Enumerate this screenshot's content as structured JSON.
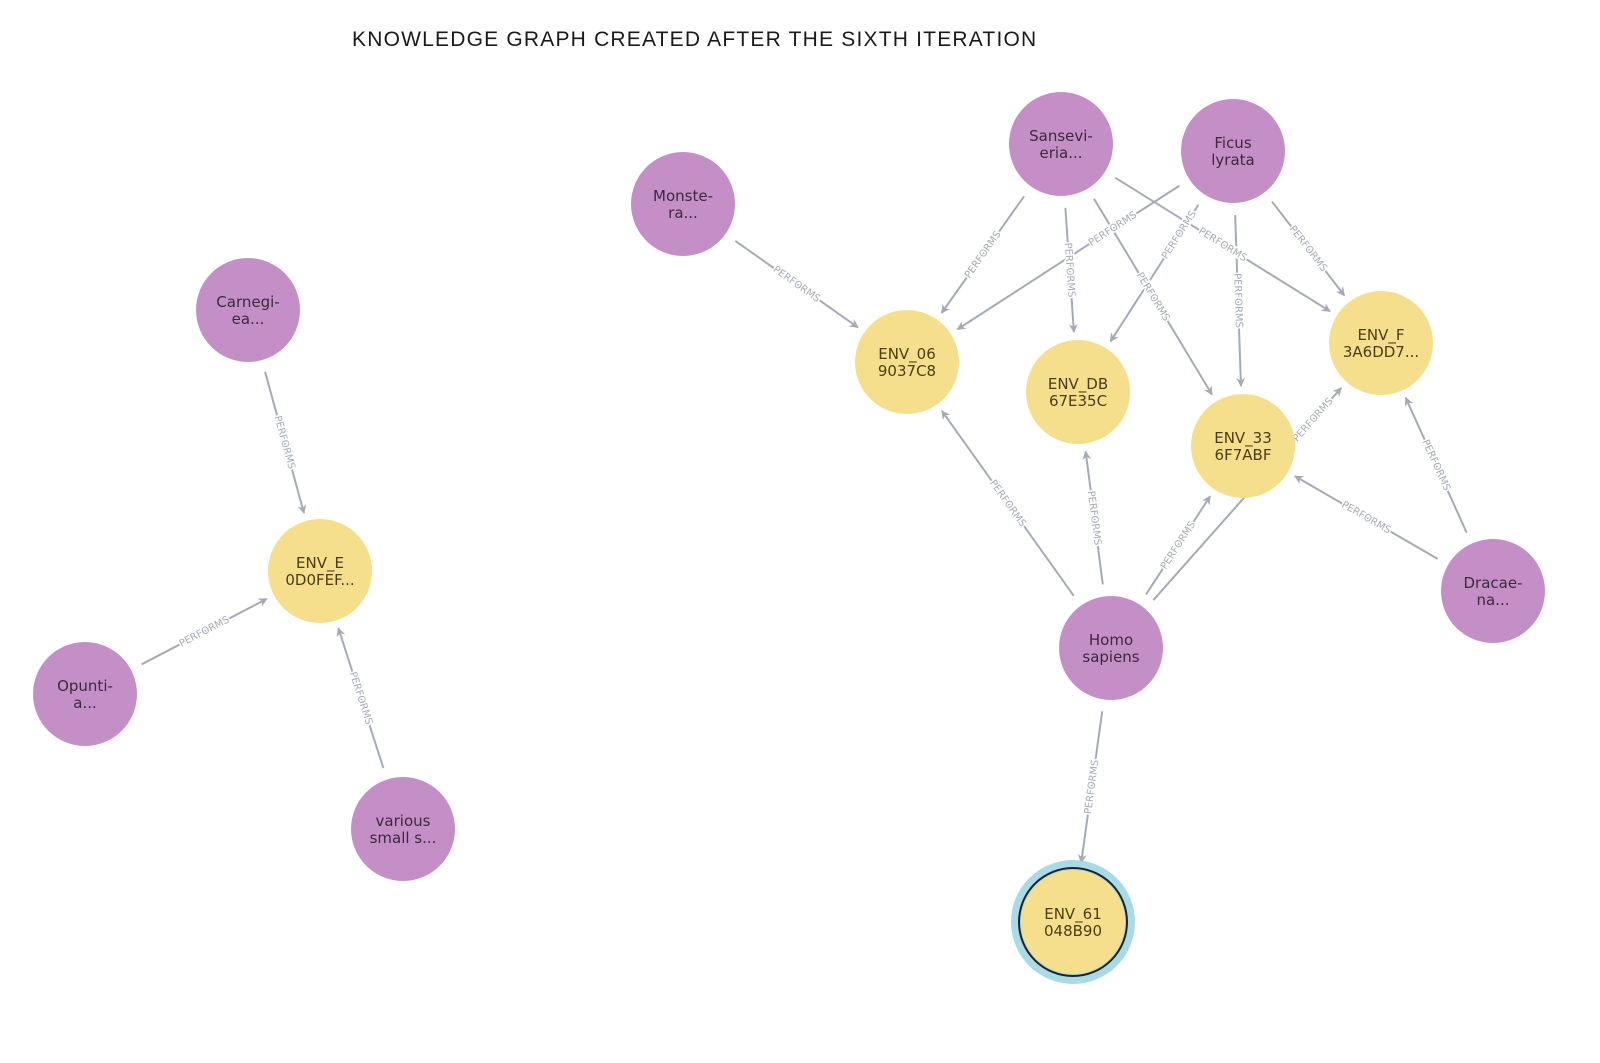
{
  "title": "KNOWLEDGE GRAPH CREATED AFTER THE SIXTH ITERATION",
  "colors": {
    "organism": "#C48FC6",
    "environment": "#F6DF8C",
    "edge": "#A5ABB6",
    "selected_ring": "#9ED6E4"
  },
  "nodes": [
    {
      "id": "carnegiea",
      "type": "organism",
      "lines": [
        "Carnegi-",
        "ea..."
      ]
    },
    {
      "id": "env_e",
      "type": "environment",
      "lines": [
        "ENV_E",
        "0D0FEF..."
      ]
    },
    {
      "id": "opuntia",
      "type": "organism",
      "lines": [
        "Opunti-",
        "a..."
      ]
    },
    {
      "id": "various",
      "type": "organism",
      "lines": [
        "various",
        "small s..."
      ]
    },
    {
      "id": "monstera",
      "type": "organism",
      "lines": [
        "Monste-",
        "ra..."
      ]
    },
    {
      "id": "sansevieria",
      "type": "organism",
      "lines": [
        "Sansevi-",
        "eria..."
      ]
    },
    {
      "id": "ficus",
      "type": "organism",
      "lines": [
        "Ficus",
        "lyrata"
      ]
    },
    {
      "id": "env_06",
      "type": "environment",
      "lines": [
        "ENV_06",
        "9037C8"
      ]
    },
    {
      "id": "env_db",
      "type": "environment",
      "lines": [
        "ENV_DB",
        "67E35C"
      ]
    },
    {
      "id": "env_33",
      "type": "environment",
      "lines": [
        "ENV_33",
        "6F7ABF"
      ]
    },
    {
      "id": "env_f",
      "type": "environment",
      "lines": [
        "ENV_F",
        "3A6DD7..."
      ]
    },
    {
      "id": "homo",
      "type": "organism",
      "lines": [
        "Homo",
        "sapiens"
      ]
    },
    {
      "id": "dracaena",
      "type": "organism",
      "lines": [
        "Dracae-",
        "na..."
      ]
    },
    {
      "id": "env_61",
      "type": "environment",
      "lines": [
        "ENV_61",
        "048B90"
      ],
      "selected": true
    }
  ],
  "edges": [
    {
      "source": "carnegiea",
      "target": "env_e",
      "label": "PERFORMS"
    },
    {
      "source": "opuntia",
      "target": "env_e",
      "label": "PERFORMS"
    },
    {
      "source": "various",
      "target": "env_e",
      "label": "PERFORMS"
    },
    {
      "source": "monstera",
      "target": "env_06",
      "label": "PERFORMS"
    },
    {
      "source": "sansevieria",
      "target": "env_06",
      "label": "PERFORMS"
    },
    {
      "source": "sansevieria",
      "target": "env_db",
      "label": "PERFORMS"
    },
    {
      "source": "sansevieria",
      "target": "env_33",
      "label": "PERFORMS"
    },
    {
      "source": "sansevieria",
      "target": "env_f",
      "label": "PERFORMS"
    },
    {
      "source": "ficus",
      "target": "env_06",
      "label": "PERFORMS"
    },
    {
      "source": "ficus",
      "target": "env_db",
      "label": "PERFORMS"
    },
    {
      "source": "ficus",
      "target": "env_33",
      "label": "PERFORMS"
    },
    {
      "source": "ficus",
      "target": "env_f",
      "label": "PERFORMS"
    },
    {
      "source": "homo",
      "target": "env_06",
      "label": "PERFORMS"
    },
    {
      "source": "homo",
      "target": "env_db",
      "label": "PERFORMS"
    },
    {
      "source": "homo",
      "target": "env_33",
      "label": "PERFORMS"
    },
    {
      "source": "homo",
      "target": "env_f",
      "label": "PERFORMS"
    },
    {
      "source": "homo",
      "target": "env_61",
      "label": "PERFORMS"
    },
    {
      "source": "dracaena",
      "target": "env_33",
      "label": "PERFORMS"
    },
    {
      "source": "dracaena",
      "target": "env_f",
      "label": "PERFORMS"
    }
  ]
}
